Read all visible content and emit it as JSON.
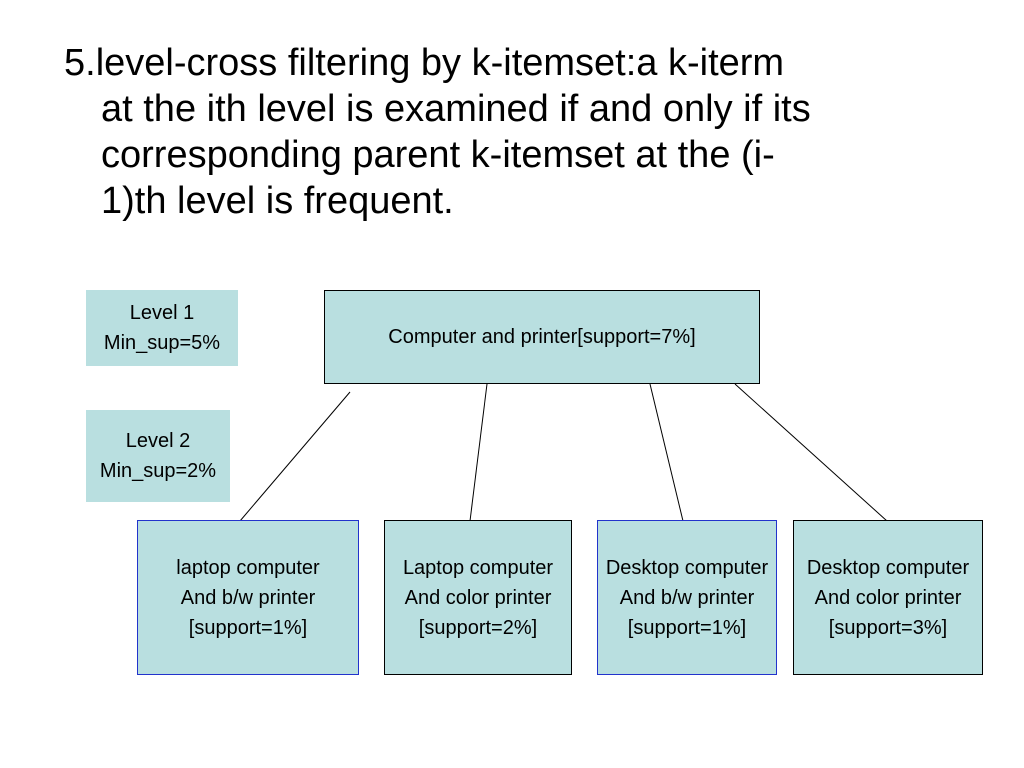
{
  "heading": {
    "lines": [
      "5.level-cross filtering by k-itemset:a k-iterm",
      "at the ith level is examined if and only if its",
      "corresponding parent k-itemset at the (i-",
      "1)th level is frequent."
    ]
  },
  "levels": [
    {
      "label": "Level 1",
      "min_sup": "Min_sup=5%"
    },
    {
      "label": "Level 2",
      "min_sup": "Min_sup=2%"
    }
  ],
  "root": {
    "label": "Computer and printer[support=7%]"
  },
  "children": [
    {
      "line1": "laptop computer",
      "line2": "And b/w printer",
      "line3": "[support=1%]"
    },
    {
      "line1": "Laptop computer",
      "line2": "And color printer",
      "line3": "[support=2%]"
    },
    {
      "line1": "Desktop computer",
      "line2": "And b/w printer",
      "line3": "[support=1%]"
    },
    {
      "line1": "Desktop computer",
      "line2": "And color printer",
      "line3": "[support=3%]"
    }
  ],
  "colors": {
    "box_fill": "#b9dfe0",
    "box_border_black": "#000000",
    "box_border_blue": "#2233cc",
    "connector": "#000000"
  }
}
